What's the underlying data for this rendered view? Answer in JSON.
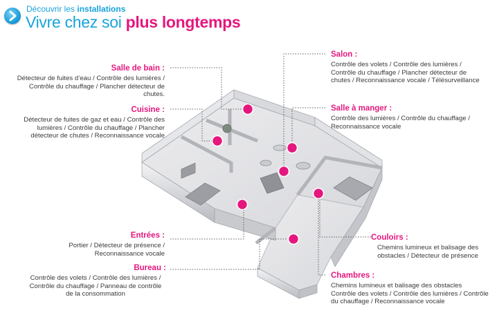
{
  "header": {
    "kicker_prefix": "Découvrir les",
    "kicker_strong": "installations",
    "title_prefix": "Vivre chez soi",
    "title_strong": "plus longtemps"
  },
  "colors": {
    "accent": "#e5177e",
    "brand": "#19a3db"
  },
  "icons": {
    "nav": "chevron-right-icon"
  },
  "rooms": {
    "salle_de_bain": {
      "title": "Salle de bain :",
      "text": "Détecteur de fuites d’eau / Contrôle des lumières / Contrôle du chauffage / Plancher détecteur de chutes."
    },
    "cuisine": {
      "title": "Cuisine :",
      "text": "Détecteur de fuites de gaz  et eau / Contrôle des lumières / Contrôle du chauffage / Plancher détecteur de chutes / Reconnaissance vocale"
    },
    "entrees": {
      "title": "Entrées :",
      "text": "Portier / Détecteur de présence / Reconnaissance vocale"
    },
    "bureau": {
      "title": "Bureau :",
      "text": "Contrôle des volets / Contrôle des lumières / Contrôle du chauffage / Panneau de contrôle de la consommation"
    },
    "salon": {
      "title": "Salon :",
      "text": "Contrôle des volets / Contrôle des lumières / Contrôle du chauffage / Plancher détecteur de chutes / Reconnaissance vocale / Télésurveillance"
    },
    "salle_a_manger": {
      "title": "Salle à manger :",
      "text": "Contrôle des lumières / Contrôle du chauffage / Reconnaissance vocale"
    },
    "couloirs": {
      "title": "Couloirs :",
      "text": "Chemins lumineux et balisage des obstacles / Détecteur de présence"
    },
    "chambres": {
      "title": "Chambres :",
      "text": "Chemins lumineux et balisage des obstacles Contrôle des volets / Contrôle des lumières / Contrôle du chauffage  / Reconnaissance vocale"
    }
  }
}
